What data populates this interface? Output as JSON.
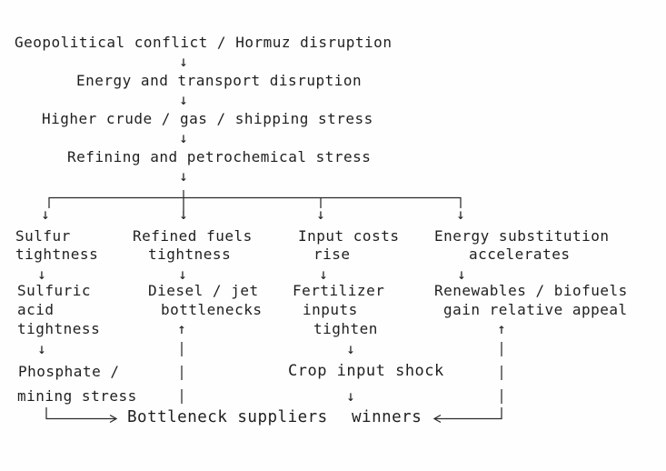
{
  "diagram": {
    "title_chain": [
      "Geopolitical conflict / Hormuz disruption",
      "Energy and transport disruption",
      "Higher crude / gas / shipping stress",
      "Refining and petrochemical stress"
    ],
    "columns": [
      {
        "name": "sulfur-chain",
        "stage1": [
          "Sulfur",
          "tightness"
        ],
        "stage2": [
          "Sulfuric",
          "acid",
          "tightness"
        ],
        "stage3": [
          "Phosphate /",
          "mining stress"
        ]
      },
      {
        "name": "refined-fuels-chain",
        "stage1": [
          "Refined fuels",
          "tightness"
        ],
        "stage2": [
          "Diesel / jet",
          "bottlenecks"
        ]
      },
      {
        "name": "input-costs-chain",
        "stage1": [
          "Input costs",
          "rise"
        ],
        "stage2": [
          "Fertilizer",
          "inputs",
          "tighten"
        ],
        "stage3": [
          "Crop input shock"
        ]
      },
      {
        "name": "energy-substitution-chain",
        "stage1": [
          "Energy substitution",
          "accelerates"
        ],
        "stage2": [
          "Renewables / biofuels",
          "gain relative appeal"
        ]
      }
    ],
    "footer": {
      "left_label": "Bottleneck suppliers",
      "right_label": "winners"
    },
    "glyphs": {
      "down": "↓",
      "up": "↑"
    },
    "colors": {
      "ink": "#1f1f1f",
      "background": "#fefefe"
    }
  }
}
